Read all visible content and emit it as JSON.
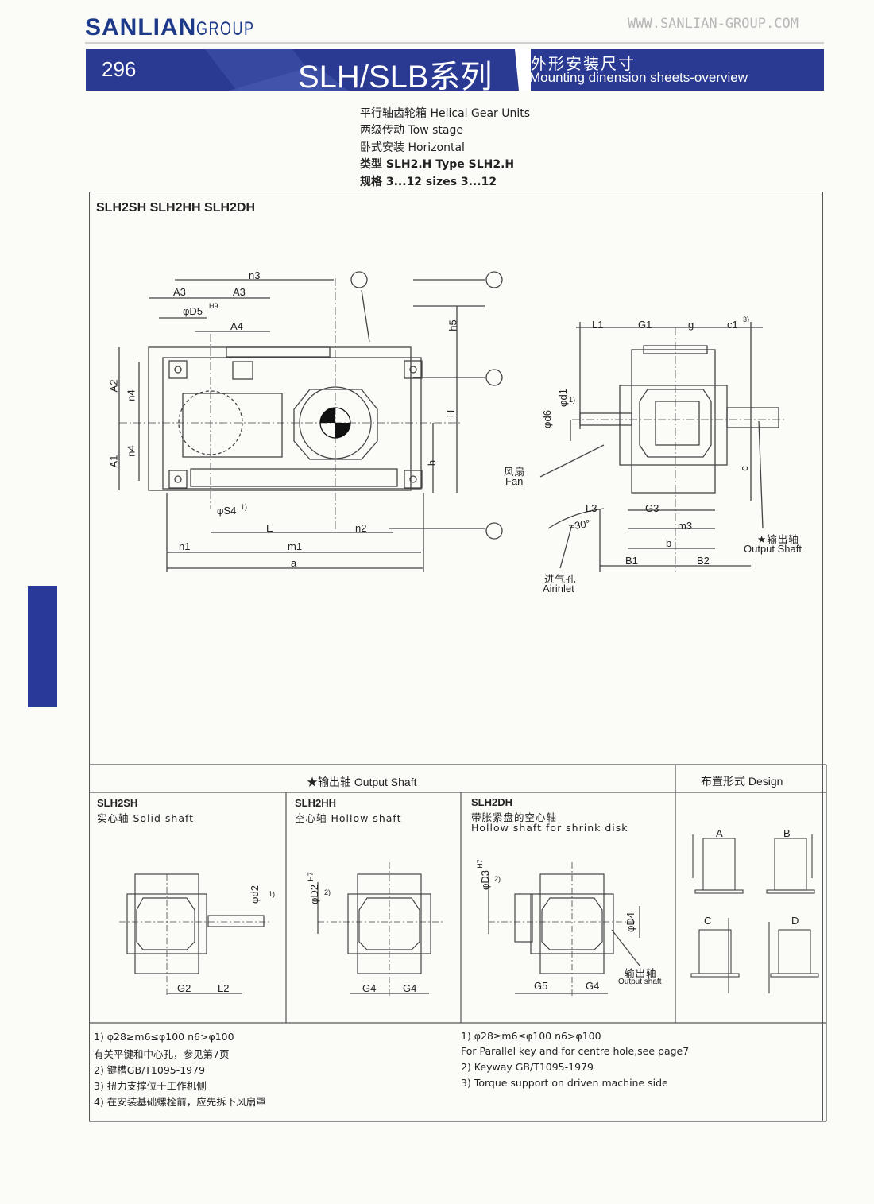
{
  "header": {
    "brand_main": "SANLIAN",
    "brand_sub": "GROUP",
    "website": "WWW.SANLIAN-GROUP.COM",
    "page_number": "296",
    "series_title": "SLH/SLB系列",
    "title_cn": "外形安装尺寸",
    "title_en": "Mounting dinension sheets-overview"
  },
  "specs": [
    "平行轴齿轮箱  Helical Gear Units",
    "两级传动  Tow stage",
    "卧式安装  Horizontal",
    "类型  SLH2.H  Type SLH2.H",
    "规格  3...12  sizes 3...12"
  ],
  "models_title": "SLH2SH  SLH2HH  SLH2DH",
  "main_drawing": {
    "dims_left": [
      "n3",
      "A3",
      "A3",
      "φD5",
      "H9",
      "A4",
      "A2",
      "n4",
      "n4",
      "A1",
      "h5",
      "H",
      "h",
      "φS4",
      "1)",
      "E",
      "n2",
      "n1",
      "m1",
      "a"
    ],
    "dims_right": [
      "L1",
      "G1",
      "g",
      "c1",
      "3)",
      "φd1",
      "1)",
      "φd6",
      "c",
      "L3",
      "G3",
      "m3",
      "b",
      "B1",
      "B2",
      "≈30°"
    ],
    "fan_cn": "风扇",
    "fan_en": "Fan",
    "airinlet_cn": "进气孔",
    "airinlet_en": "Airinlet",
    "output_shaft_cn": "★输出轴",
    "output_shaft_en": "Output Shaft"
  },
  "output_section": {
    "title": "★输出轴  Output Shaft",
    "design_title": "布置形式  Design",
    "panels": [
      {
        "model": "SLH2SH",
        "desc": "实心轴  Solid shaft",
        "dims": [
          "φd2",
          "1)",
          "G2",
          "L2"
        ]
      },
      {
        "model": "SLH2HH",
        "desc": "空心轴  Hollow shaft",
        "dims": [
          "φD2",
          "H7",
          "2)",
          "G4",
          "G4"
        ]
      },
      {
        "model": "SLH2DH",
        "desc": "带胀紧盘的空心轴",
        "desc2": "Hollow shaft for shrink disk",
        "dims": [
          "φD3",
          "H7",
          "2)",
          "φD4",
          "G5",
          "G4"
        ],
        "out_cn": "输出轴",
        "out_en": "Output shaft"
      }
    ],
    "designs": [
      "A",
      "B",
      "C",
      "D"
    ]
  },
  "notes_cn": [
    "1)  φ28≥m6≤φ100          n6>φ100",
    "     有关平键和中心孔，参见第7页",
    "2)  键槽GB/T1095-1979",
    "3)  扭力支撑位于工作机侧",
    "4)  在安装基础螺栓前，应先拆下风扇罩"
  ],
  "notes_en": [
    "1)  φ28≥m6≤φ100          n6>φ100",
    "     For Parallel key and for centre hole,see page7",
    "2)  Keyway GB/T1095-1979",
    "3)  Torque support on driven machine side"
  ],
  "colors": {
    "banner": "#2a3a92",
    "brand": "#1d3a8a",
    "line": "#555555"
  }
}
